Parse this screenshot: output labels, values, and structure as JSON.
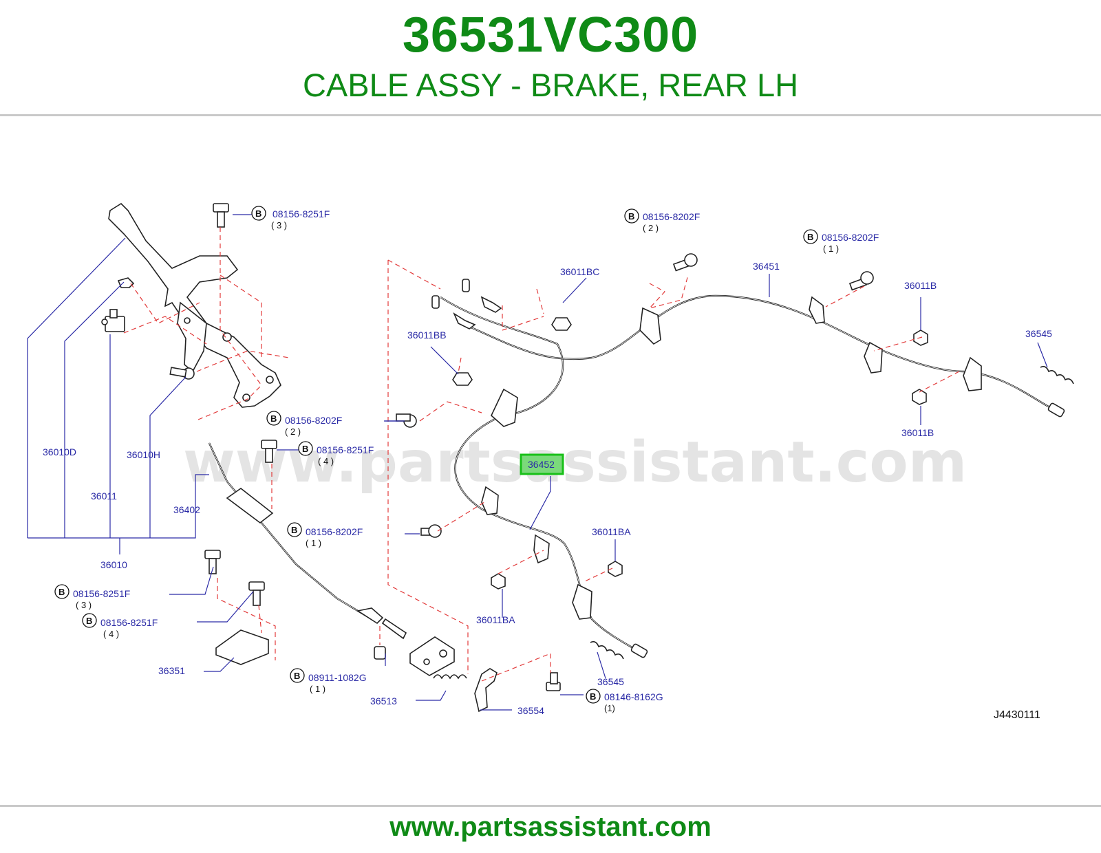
{
  "header": {
    "part_number": "36531VC300",
    "description": "CABLE ASSY - BRAKE, REAR LH"
  },
  "watermark": "www.partsassistant.com",
  "footer": {
    "url": "www.partsassistant.com"
  },
  "diagram": {
    "code": "J4430111",
    "highlighted_part": "36452",
    "highlight_color": "#18c018",
    "title_color": "#0f8a16",
    "label_color": "#2a2aa6",
    "phantom_line_color": "#e23a3a",
    "part_labels": {
      "p36010": "36010",
      "p36010D": "36010D",
      "p36010H": "36010H",
      "p36011": "36011",
      "p36402": "36402",
      "p36351": "36351",
      "p36513": "36513",
      "p36554": "36554",
      "p36452": "36452",
      "p36451": "36451",
      "p36011BC": "36011BC",
      "p36011BB": "36011BB",
      "p36011BA_top": "36011BA",
      "p36011BA_bottom": "36011BA",
      "p36011B_top": "36011B",
      "p36011B_bottom": "36011B",
      "p36545_right": "36545",
      "p36545_bottom": "36545"
    },
    "bolt_callouts": [
      {
        "badge": "B",
        "part": "08156-8251F",
        "qty": "( 3 )"
      },
      {
        "badge": "B",
        "part": "08156-8202F",
        "qty": "( 2 )"
      },
      {
        "badge": "B",
        "part": "08156-8202F",
        "qty": "( 1 )"
      },
      {
        "badge": "B",
        "part": "08156-8202F",
        "qty": "( 2 )"
      },
      {
        "badge": "B",
        "part": "08156-8251F",
        "qty": "( 4 )"
      },
      {
        "badge": "B",
        "part": "08156-8202F",
        "qty": "( 1 )"
      },
      {
        "badge": "B",
        "part": "08156-8251F",
        "qty": "( 3 )"
      },
      {
        "badge": "B",
        "part": "08156-8251F",
        "qty": "( 4 )"
      },
      {
        "badge": "B",
        "part": "08911-1082G",
        "qty": "( 1 )"
      },
      {
        "badge": "B",
        "part": "08146-8162G",
        "qty": "(1)"
      }
    ]
  }
}
